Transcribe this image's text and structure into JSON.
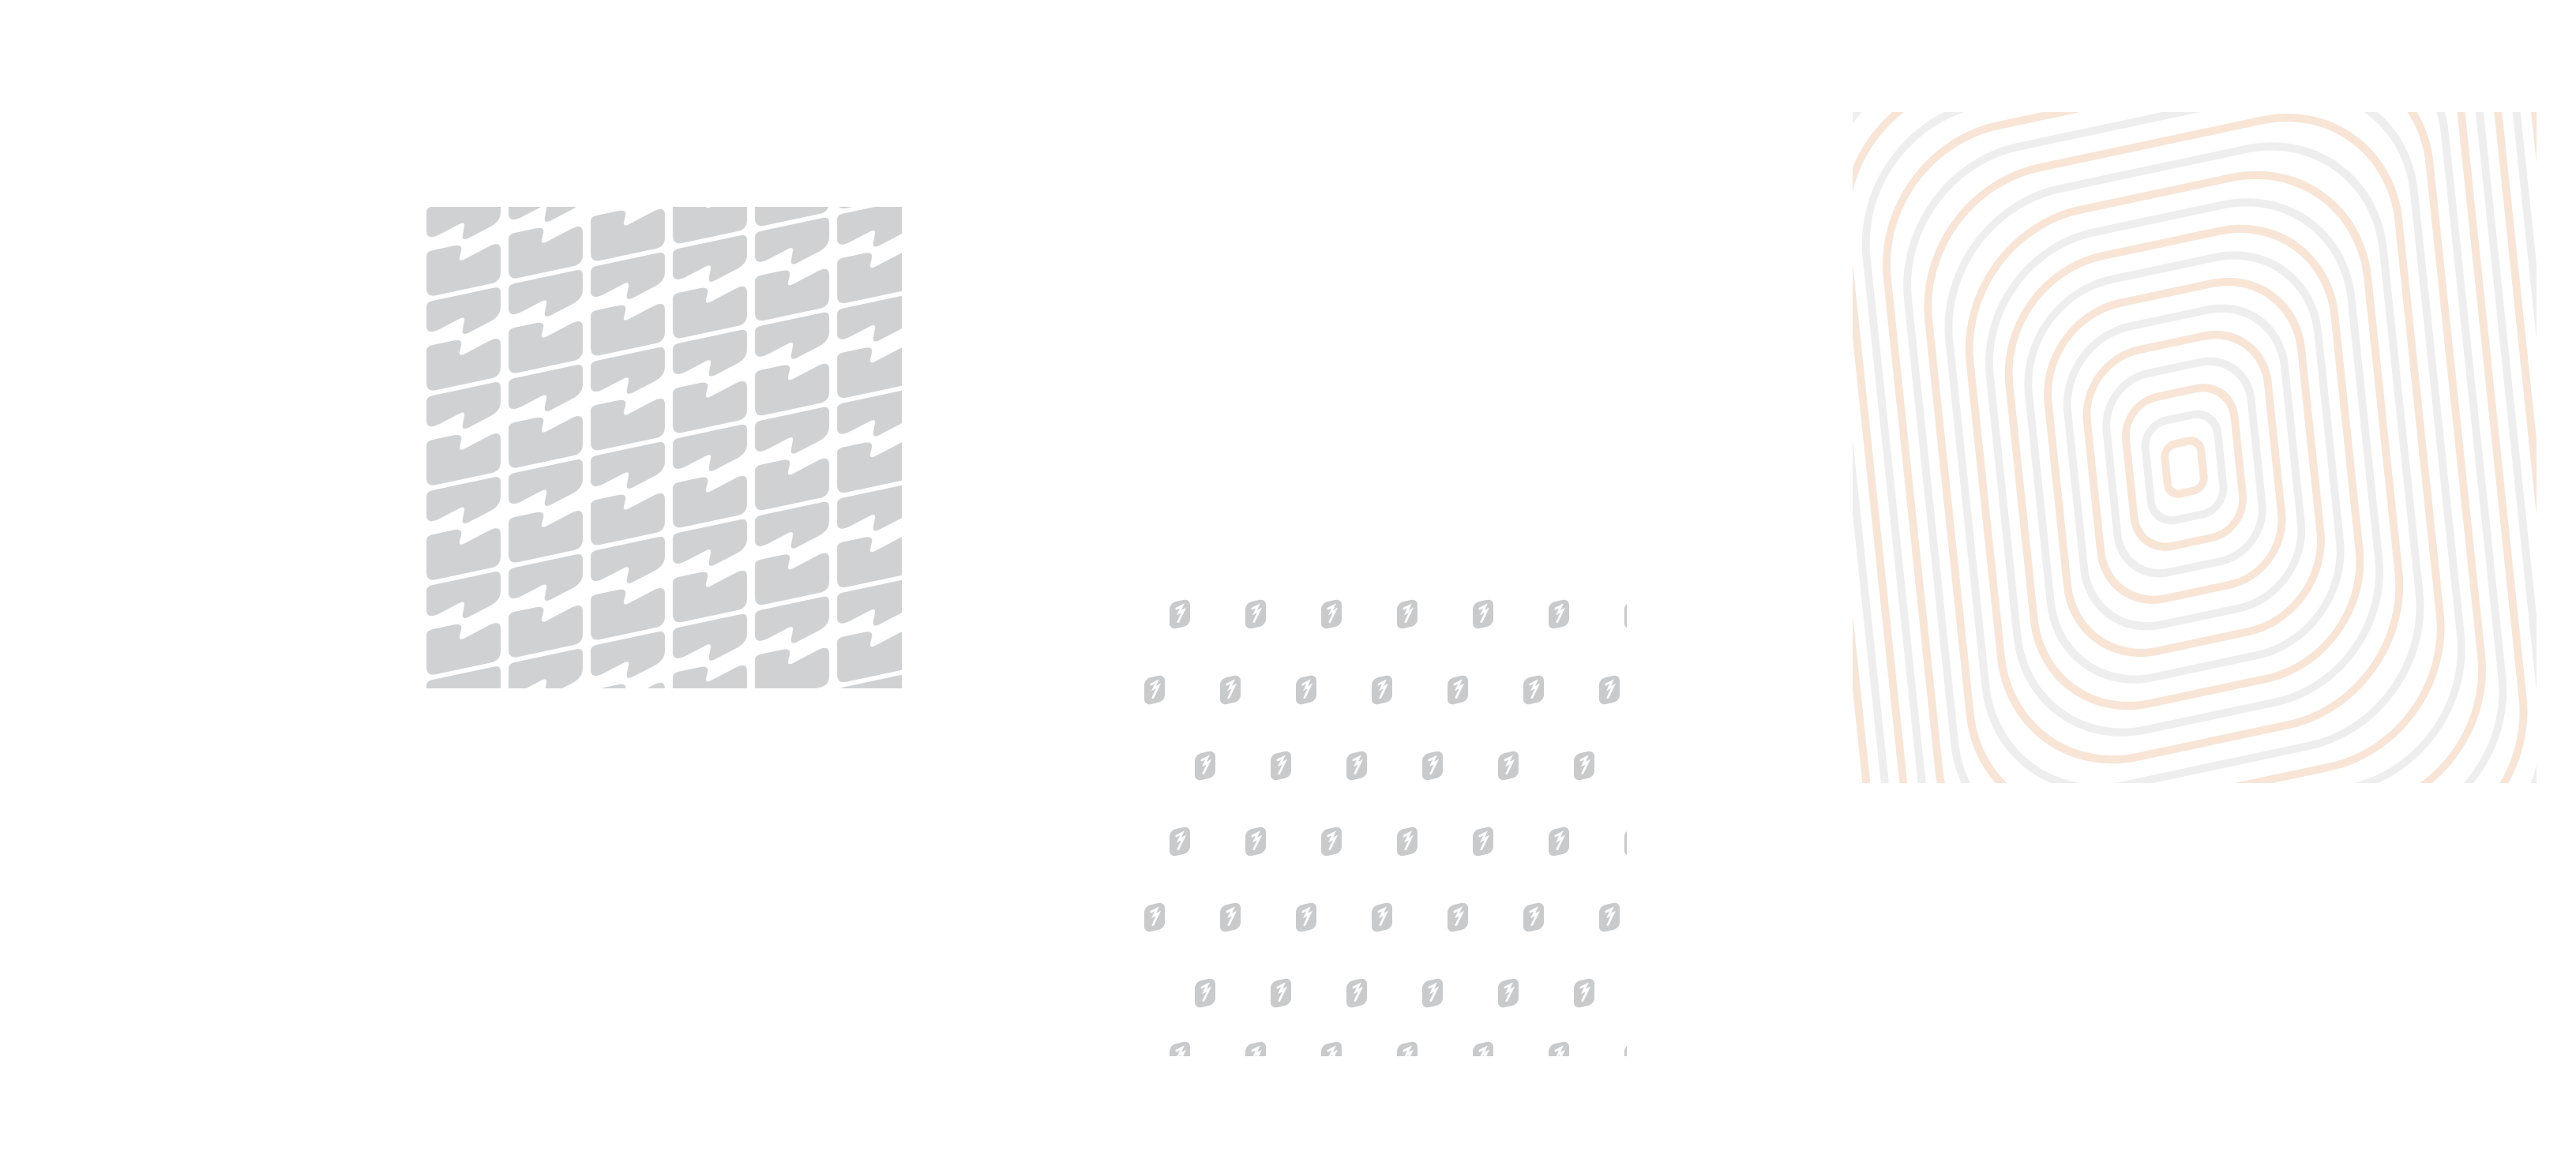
{
  "tiles": [
    {
      "id": "tile-wave",
      "name": "wave-pattern-tile",
      "color": "#d0d1d3",
      "background": "#ffffff"
    },
    {
      "id": "tile-dots",
      "name": "dotted-glyph-pattern-tile",
      "color": "#c9cacc",
      "background": "#ffffff"
    },
    {
      "id": "tile-rings",
      "name": "concentric-rings-tile",
      "colors": [
        "#f7e2d2",
        "#ececec"
      ],
      "background": "#ffffff"
    }
  ]
}
